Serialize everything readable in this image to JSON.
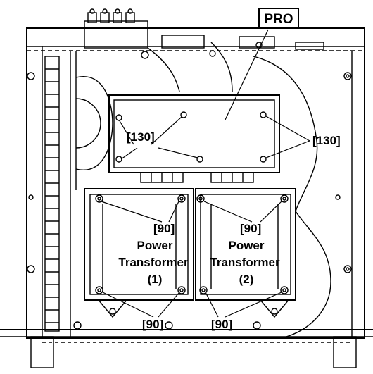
{
  "diagram": {
    "pro_label": "PRO",
    "labels": {
      "screw_130_left": "[130]",
      "screw_130_right": "[130]",
      "screw_90_upper_left": "[90]",
      "screw_90_upper_right": "[90]",
      "screw_90_lower_left": "[90]",
      "screw_90_lower_right": "[90]"
    },
    "transformers": [
      {
        "line1": "Power",
        "line2": "Transformer",
        "line3": "(1)"
      },
      {
        "line1": "Power",
        "line2": "Transformer",
        "line3": "(2)"
      }
    ]
  }
}
